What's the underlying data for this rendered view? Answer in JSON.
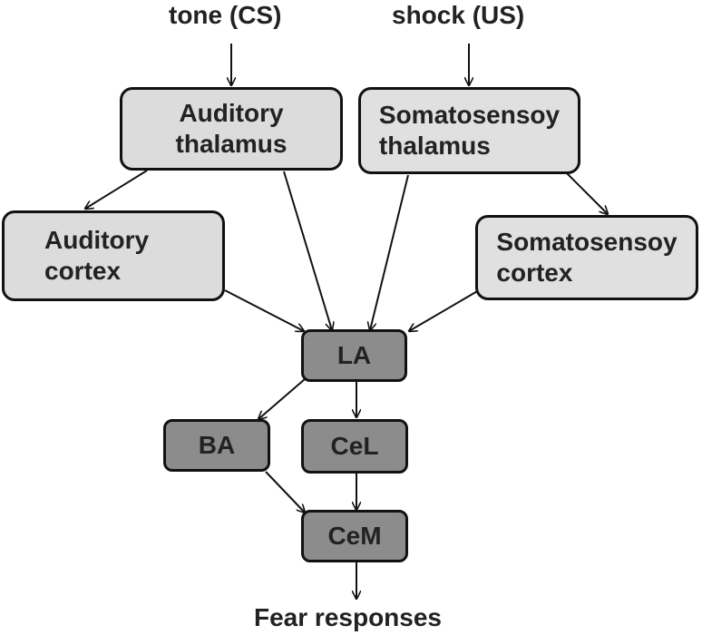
{
  "inputs": {
    "cs": "tone (CS)",
    "us": "shock (US)"
  },
  "nodes": {
    "auditory_thalamus": "Auditory\nthalamus",
    "somatosensory_thalamus": "Somatosensoy\nthalamus",
    "auditory_cortex": "Auditory\ncortex",
    "somatosensory_cortex": "Somatosensoy\ncortex",
    "la": "LA",
    "ba": "BA",
    "cel": "CeL",
    "cem": "CeM"
  },
  "output": "Fear responses",
  "colors": {
    "light_box": "#dcdcdc",
    "dark_box": "#8c8c8c",
    "stroke": "#111111"
  }
}
